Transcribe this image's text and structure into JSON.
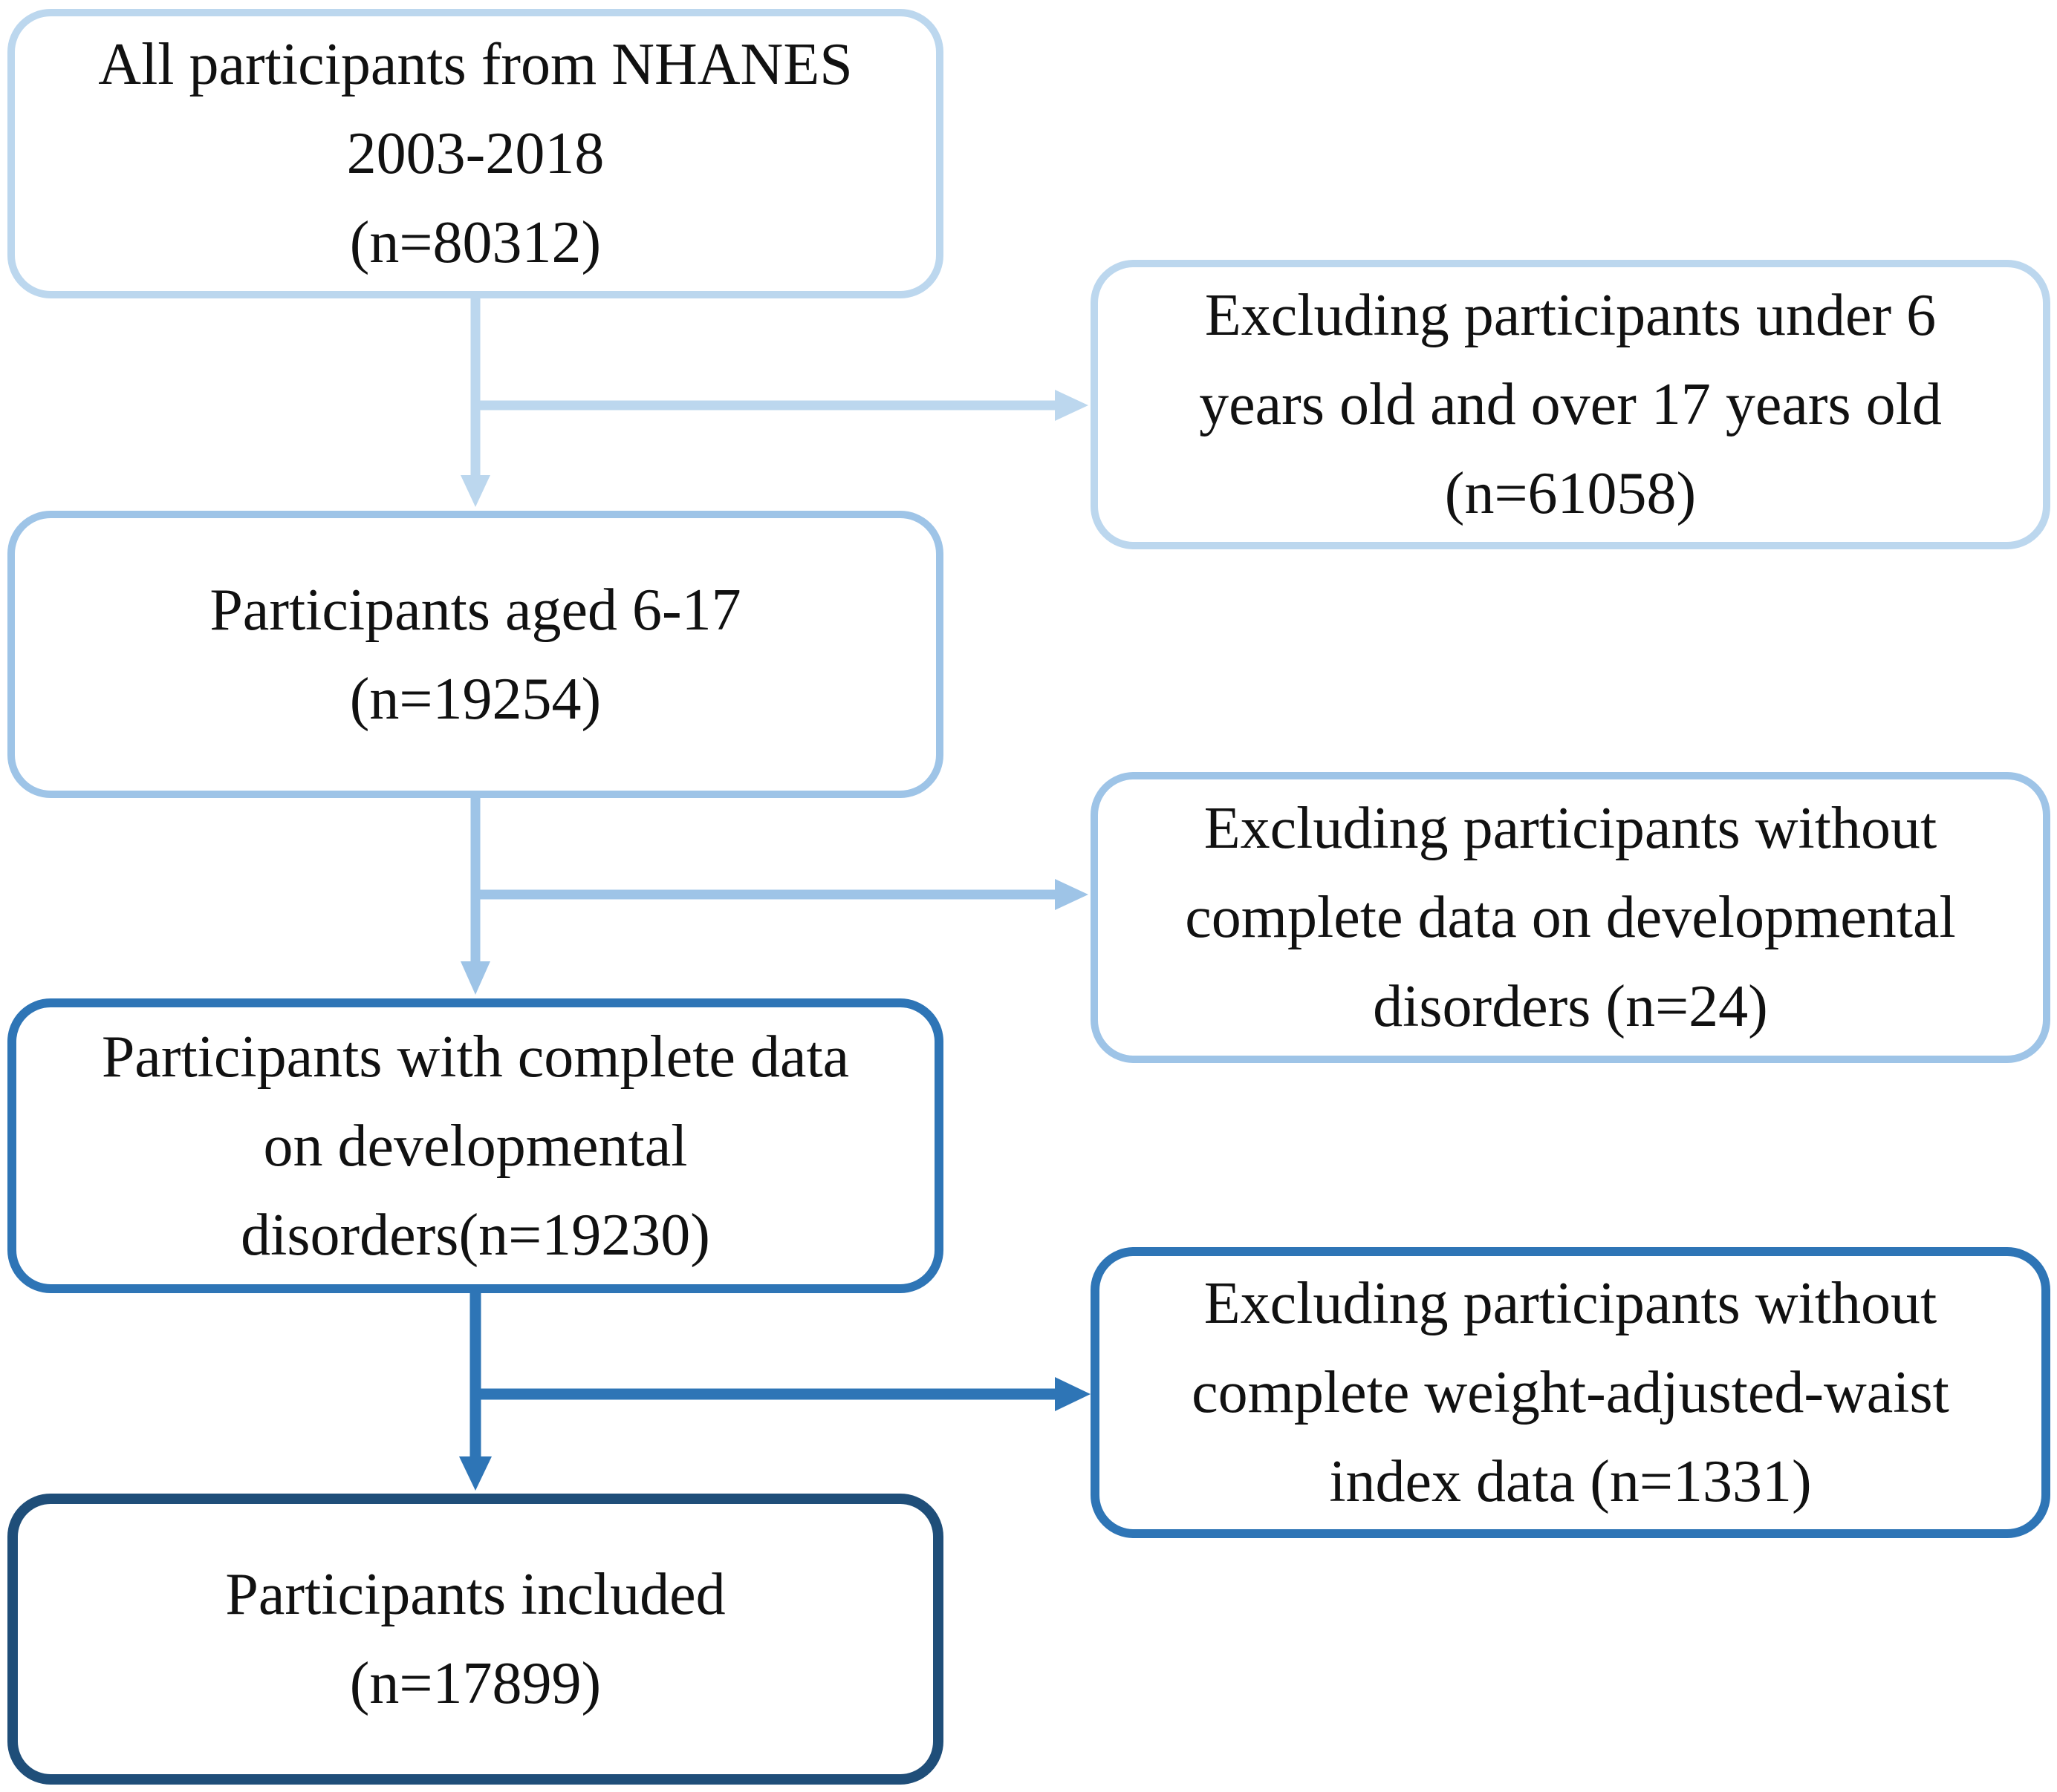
{
  "colors": {
    "level1": "#bcd7ee",
    "level2": "#9ec4e7",
    "level3": "#2e75b6",
    "level4": "#1f4e79",
    "text": "#111111"
  },
  "flowchart": {
    "main_steps": [
      {
        "lines": [
          "All participants from NHANES",
          "2003-2018",
          "(n=80312)"
        ]
      },
      {
        "lines": [
          "Participants aged 6-17",
          "(n=19254)"
        ]
      },
      {
        "lines": [
          "Participants with complete data",
          "on developmental",
          "disorders(n=19230)"
        ]
      },
      {
        "lines": [
          "Participants included",
          "(n=17899)"
        ]
      }
    ],
    "exclusions": [
      {
        "lines": [
          "Excluding participants under 6",
          "years old and over 17 years old",
          "(n=61058)"
        ]
      },
      {
        "lines": [
          "Excluding participants without",
          "complete data on developmental",
          "disorders (n=24)"
        ]
      },
      {
        "lines": [
          "Excluding participants without",
          "complete weight-adjusted-waist",
          "index data (n=1331)"
        ]
      }
    ]
  }
}
